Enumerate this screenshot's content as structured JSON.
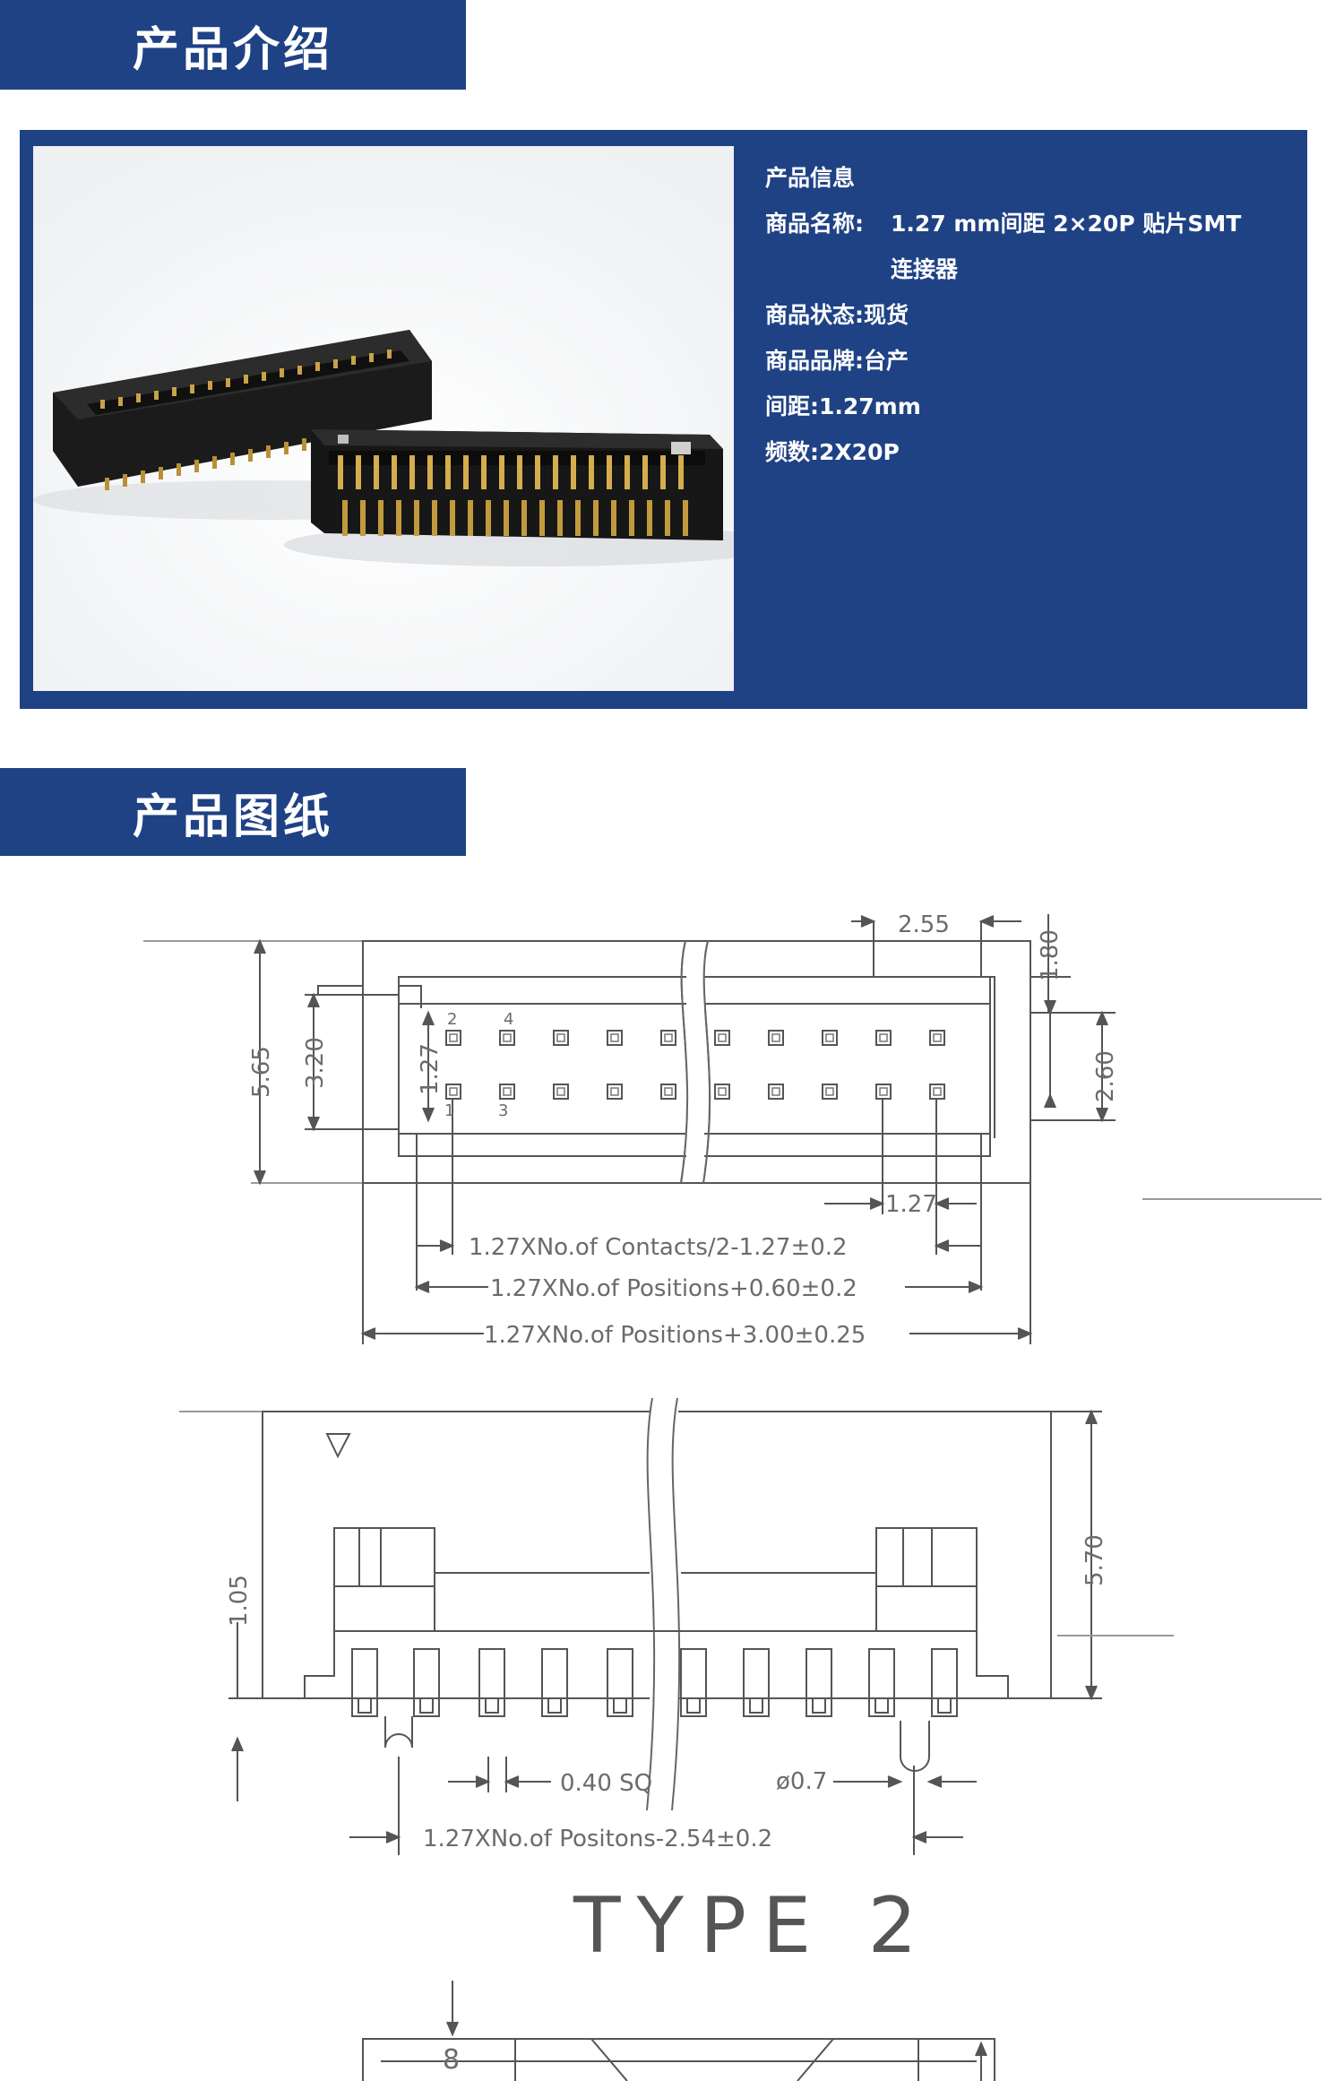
{
  "section_intro": {
    "title": "产品介绍"
  },
  "section_drawing": {
    "title": "产品图纸"
  },
  "product_info": {
    "heading": "产品信息",
    "name_label": "商品名称:",
    "name_value_line1": "1.27 mm间距 2×20P 贴片SMT",
    "name_value_line2": "连接器",
    "status_label": "商品状态:",
    "status_value": "现货",
    "brand_label": "商品品牌:",
    "brand_value": "台产",
    "pitch_label": "间距:",
    "pitch_value": "1.27mm",
    "count_label": "频数:",
    "count_value": "2X20P"
  },
  "drawing_labels": {
    "top_255": "2.55",
    "top_180": "1.80",
    "top_260": "2.60",
    "top_565": "5.65",
    "top_320": "3.20",
    "top_127v": "1.27",
    "pin_2": "2",
    "pin_4": "4",
    "pin_1": "1",
    "pin_3": "3",
    "top_127h": "1.27",
    "formula_contacts": "1.27XNo.of  Contacts/2-1.27±0.2",
    "formula_positions_060": "1.27XNo.of  Positions+0.60±0.2",
    "formula_positions_300": "1.27XNo.of  Positions+3.00±0.25",
    "side_570": "5.70",
    "side_105": "1.05",
    "side_040": "0.40  SQ",
    "side_07": "ø0.7",
    "formula_positons_254": "1.27XNo.of  Positons-2.54±0.2",
    "type_label": "TYPE  2",
    "type_small": "8"
  },
  "colors": {
    "brand_blue": "#1f4285",
    "line_gray": "#555555"
  }
}
